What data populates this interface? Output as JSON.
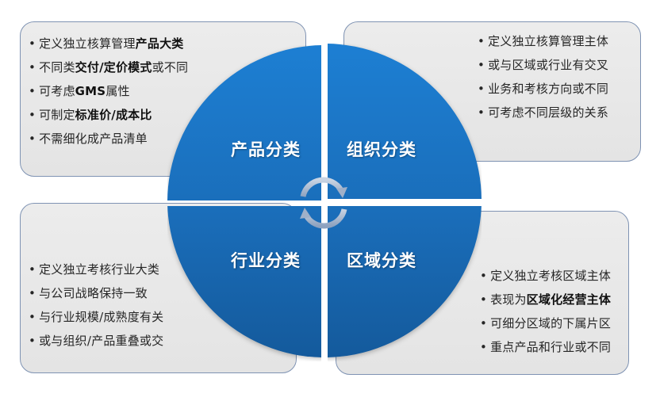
{
  "quadrants": {
    "product": {
      "label": "产品分类"
    },
    "organization": {
      "label": "组织分类"
    },
    "industry": {
      "label": "行业分类"
    },
    "region": {
      "label": "区域分类"
    }
  },
  "boxes": {
    "product": {
      "bullet": "•",
      "items": [
        {
          "pre": "定义独立核算管理",
          "bold": "产品大类",
          "post": ""
        },
        {
          "pre": "不同类",
          "bold": "交付/定价模式",
          "post": "或不同"
        },
        {
          "pre": "可考虑",
          "bold": "GMS",
          "post": "属性"
        },
        {
          "pre": "可制定",
          "bold": "标准价/成本比",
          "post": ""
        },
        {
          "pre": "不需细化成产品清单",
          "bold": "",
          "post": ""
        }
      ]
    },
    "organization": {
      "bullet": "•",
      "items": [
        {
          "pre": "定义独立核算管理主体",
          "bold": "",
          "post": ""
        },
        {
          "pre": "或与区域或行业有交叉",
          "bold": "",
          "post": ""
        },
        {
          "pre": "业务和考核方向或不同",
          "bold": "",
          "post": ""
        },
        {
          "pre": "可考虑不同层级的关系",
          "bold": "",
          "post": ""
        }
      ]
    },
    "industry": {
      "bullet": "•",
      "items": [
        {
          "pre": "定义独立考核行业大类",
          "bold": "",
          "post": ""
        },
        {
          "pre": "与公司战略保持一致",
          "bold": "",
          "post": ""
        },
        {
          "pre": "与行业规模/成熟度有关",
          "bold": "",
          "post": ""
        },
        {
          "pre": "或与组织/产品重叠或交",
          "bold": "",
          "post": ""
        }
      ]
    },
    "region": {
      "bullet": "•",
      "items": [
        {
          "pre": "定义独立考核区域主体",
          "bold": "",
          "post": ""
        },
        {
          "pre": "表现为",
          "bold": "区域化经营主体",
          "post": ""
        },
        {
          "pre": "可细分区域的下属片区",
          "bold": "",
          "post": ""
        },
        {
          "pre": "重点产品和行业或不同",
          "bold": "",
          "post": ""
        }
      ]
    }
  },
  "colors": {
    "quadrant_top": "#1d7fd3",
    "quadrant_bottom": "#145a9c",
    "box_fill": "#e8e8e8",
    "box_border": "#7f93b3",
    "arrow": "#a9b8cf"
  }
}
